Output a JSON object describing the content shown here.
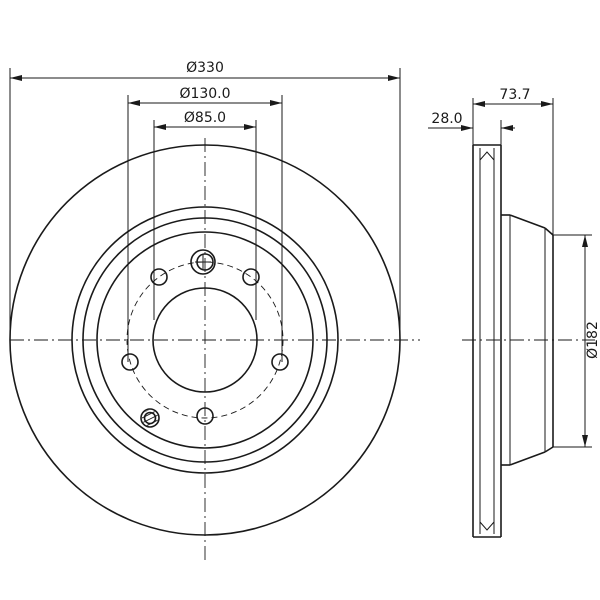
{
  "title": "",
  "line_color": "#1a1a1a",
  "background_color": "#ffffff",
  "dimensions": {
    "outer_diameter": "Ø330",
    "bolt_circle_diameter": "Ø130.0",
    "center_bore_diameter": "Ø85.0",
    "hat_diameter": "Ø182",
    "overall_height": "73.7",
    "disc_thickness": "28.0"
  }
}
